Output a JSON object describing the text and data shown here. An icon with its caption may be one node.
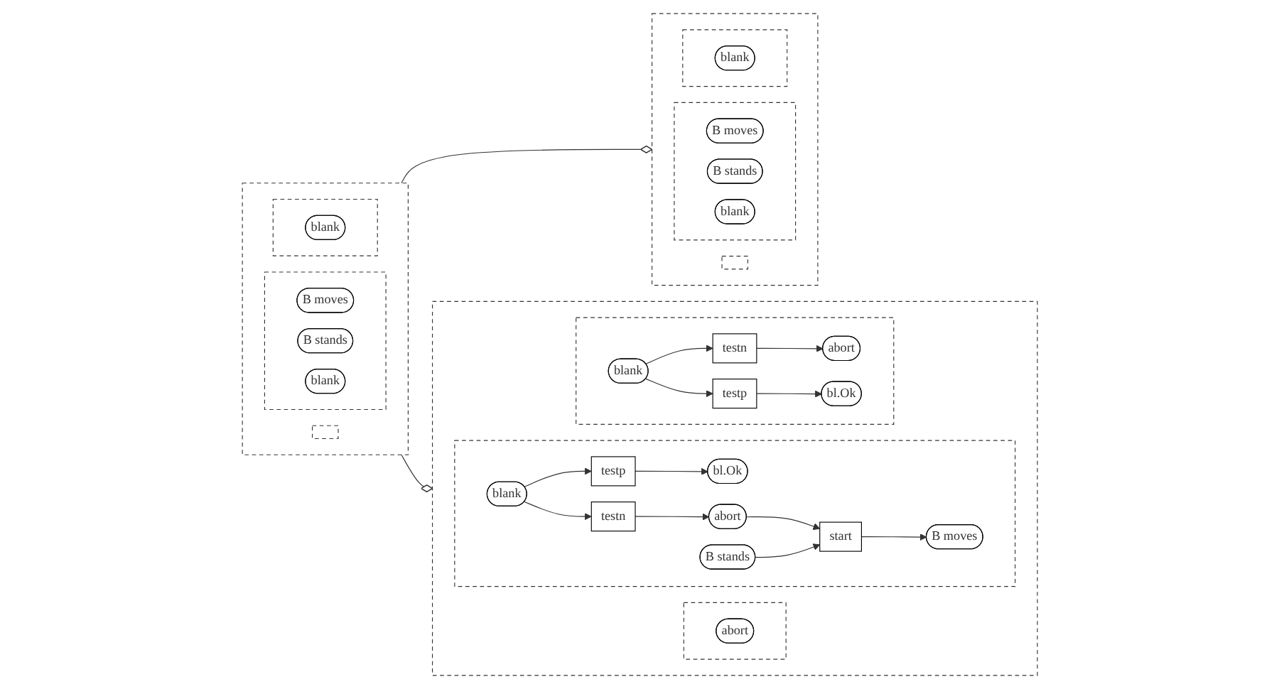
{
  "diagram": {
    "nodes": [
      {
        "text": [],
        "shape": "box"
      },
      {
        "text": [],
        "shape": "box",
        "in": 0
      },
      {
        "text": [
          "blank"
        ],
        "in": 1
      },
      {
        "text": [],
        "shape": "box",
        "in": 0
      },
      {
        "text": [
          "blank"
        ],
        "in": 3
      },
      {
        "text": [
          "B stands"
        ],
        "in": 3
      },
      {
        "text": [
          "B moves"
        ],
        "in": 3
      },
      {
        "text": [],
        "shape": "box",
        "in": 0
      },
      {
        "text": [],
        "shape": "box"
      },
      {
        "text": [],
        "shape": "box",
        "in": 8
      },
      {
        "text": [
          "blank"
        ],
        "in": 9
      },
      {
        "text": [],
        "shape": "box",
        "in": 8
      },
      {
        "text": [
          "blank"
        ],
        "in": 11
      },
      {
        "text": [
          "B stands"
        ],
        "in": 11
      },
      {
        "text": [
          "B moves"
        ],
        "in": 11
      },
      {
        "text": [],
        "shape": "box",
        "in": 8
      },
      {
        "text": [],
        "shape": "box"
      },
      {
        "text": [],
        "shape": "box",
        "in": 16
      },
      {
        "text": [
          "blank"
        ],
        "in": 17
      },
      {
        "text": [
          "testp"
        ],
        "in": 17
      },
      {
        "text": [
          "bl.Ok"
        ],
        "in": 17
      },
      {
        "text": [
          "testn"
        ],
        "in": 17
      },
      {
        "text": [
          "abort"
        ],
        "in": 17
      },
      {
        "text": [],
        "shape": "box",
        "in": 16
      },
      {
        "text": [
          "blank"
        ],
        "in": 23
      },
      {
        "text": [
          "testp"
        ],
        "in": 23
      },
      {
        "text": [
          "bl.Ok"
        ],
        "in": 23
      },
      {
        "text": [
          "testn"
        ],
        "in": 23
      },
      {
        "text": [
          "abort"
        ],
        "in": 23
      },
      {
        "text": [
          "start"
        ],
        "in": 23
      },
      {
        "text": [
          "B stands"
        ],
        "in": 23
      },
      {
        "text": [
          "B moves"
        ],
        "in": 23
      },
      {
        "text": [],
        "shape": "box",
        "in": 16
      },
      {
        "text": [
          "abort"
        ],
        "in": 32
      }
    ],
    "edges": [
      {
        "from": 8,
        "to": 0,
        "arrow": "other"
      },
      {
        "from": 8,
        "to": 16,
        "arrow": "other"
      },
      {
        "from": 18,
        "to": 19,
        "arrow": "to"
      },
      {
        "from": 18,
        "to": 21,
        "arrow": "to"
      },
      {
        "from": 19,
        "to": 20,
        "arrow": "to"
      },
      {
        "from": 21,
        "to": 22,
        "arrow": "to"
      },
      {
        "from": 24,
        "to": 25,
        "arrow": "to"
      },
      {
        "from": 25,
        "to": 26,
        "arrow": "to"
      },
      {
        "from": 24,
        "to": 27,
        "arrow": "to"
      },
      {
        "from": 27,
        "to": 28,
        "arrow": "to"
      },
      {
        "from": 28,
        "to": 29,
        "arrow": "to"
      },
      {
        "from": 30,
        "to": 29,
        "arrow": "to"
      },
      {
        "from": 29,
        "to": 31,
        "arrow": "to"
      }
    ]
  }
}
